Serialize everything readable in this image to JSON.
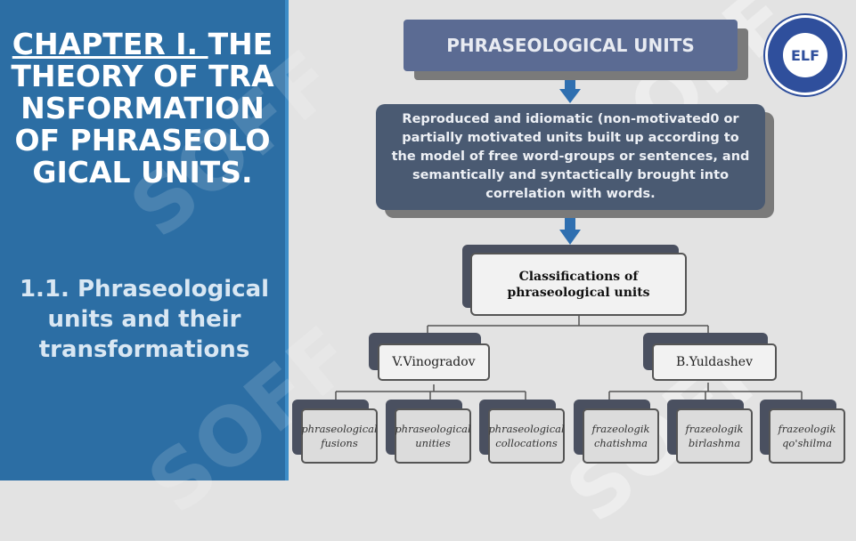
{
  "left": {
    "title_first": "CHAPTER I. ",
    "title_rest": "THE THEORY OF TRANSFORMATION OF PHRASEOLOGICAL UNITS.",
    "subtitle": "1.1. Phraseological units and their transformations"
  },
  "logo": {
    "text": "ELF"
  },
  "watermark": {
    "text": "SOFF"
  },
  "diagram": {
    "header": "PHRASEOLOGICAL UNITS",
    "definition": "Reproduced and idiomatic (non-motivated0 or partially motivated units built up according to the model of free word-groups or sentences, and semantically and syntactically brought into correlation with words.",
    "classification": "Classifications of phraseological units",
    "authors": [
      {
        "name": "V.Vinogradov",
        "types": [
          "phraseological fusions",
          "phraseological unities",
          "phraseological collocations"
        ]
      },
      {
        "name": "B.Yuldashev",
        "types": [
          "frazeologik chatishma",
          "frazeologik birlashma",
          "frazeologik qo'shilma"
        ]
      }
    ]
  },
  "colors": {
    "left_panel": "#2c6ea4",
    "header_box": "#5b6b93",
    "definition_box": "#4a5a72",
    "arrow": "#2f6fb0"
  }
}
